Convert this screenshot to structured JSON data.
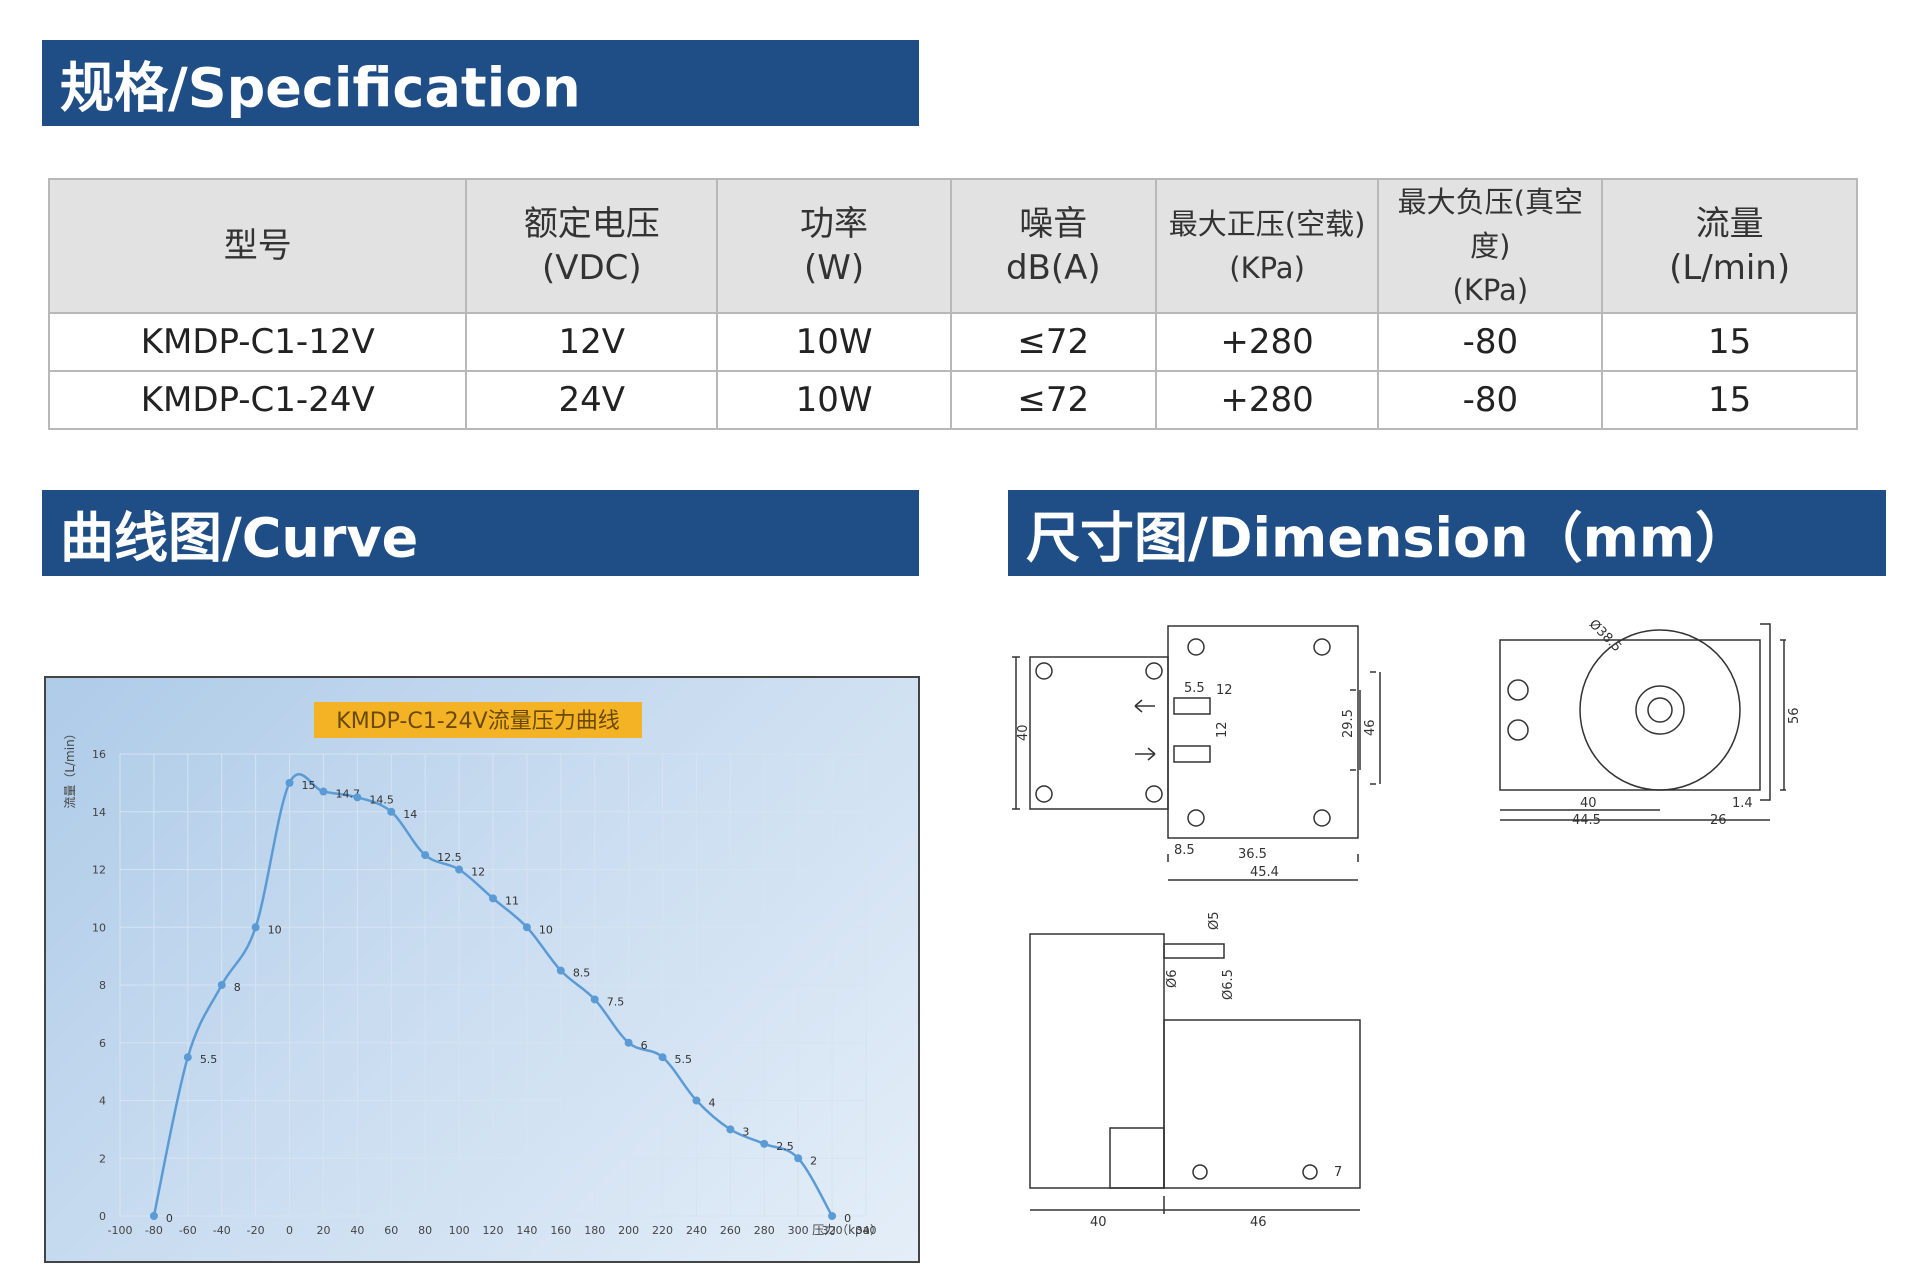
{
  "sections": {
    "spec_title": "规格/Specification",
    "curve_title": "曲线图/Curve",
    "dimension_title": "尺寸图/Dimension（mm）"
  },
  "table": {
    "headers": [
      {
        "line1": "型号",
        "line2": ""
      },
      {
        "line1": "额定电压",
        "line2": "(VDC)"
      },
      {
        "line1": "功率",
        "line2": "(W)"
      },
      {
        "line1": "噪音",
        "line2": "dB(A)"
      },
      {
        "line1": "最大正压(空载)",
        "line2": "(KPa)"
      },
      {
        "line1": "最大负压(真空度)",
        "line2": "(KPa)"
      },
      {
        "line1": "流量",
        "line2": "(L/min)"
      }
    ],
    "rows": [
      [
        "KMDP-C1-12V",
        "12V",
        "10W",
        "≤72",
        "+280",
        "-80",
        "15"
      ],
      [
        "KMDP-C1-24V",
        "24V",
        "10W",
        "≤72",
        "+280",
        "-80",
        "15"
      ]
    ]
  },
  "chart_data": {
    "type": "line",
    "title": "KMDP-C1-24V流量压力曲线",
    "xlabel": "压力（kpa）",
    "ylabel": "流量（L/min）",
    "xlim": [
      -100,
      340
    ],
    "ylim": [
      0,
      16
    ],
    "x_ticks": [
      -100,
      -80,
      -60,
      -40,
      -20,
      0,
      20,
      40,
      60,
      80,
      100,
      120,
      140,
      160,
      180,
      200,
      220,
      240,
      260,
      280,
      300,
      320,
      340
    ],
    "y_ticks": [
      0,
      2,
      4,
      6,
      8,
      10,
      12,
      14,
      16
    ],
    "grid": true,
    "series": [
      {
        "color": "#5b9bd5",
        "x": [
          -80,
          -60,
          -40,
          -20,
          0,
          20,
          40,
          60,
          80,
          100,
          120,
          140,
          160,
          180,
          200,
          220,
          240,
          260,
          280,
          300,
          320
        ],
        "y": [
          0,
          5.5,
          8,
          10,
          15,
          14.7,
          14.5,
          14,
          12.5,
          12,
          11,
          10,
          8.5,
          7.5,
          6,
          5.5,
          4,
          3,
          2.5,
          2,
          0
        ],
        "labels": [
          "0",
          "5.5",
          "8",
          "10",
          "15",
          "14.7",
          "14.5",
          "14",
          "12.5",
          "12",
          "11",
          "10",
          "8.5",
          "7.5",
          "6",
          "5.5",
          "4",
          "3",
          "2.5",
          "2",
          "0"
        ]
      }
    ]
  },
  "dimensions": {
    "front": {
      "height": "40",
      "d1": "12",
      "d2": "5.5",
      "d3": "12",
      "d4": "29.5",
      "d5": "46",
      "d6": "8.5",
      "d7": "36.5",
      "d8": "45.4"
    },
    "side": {
      "dia": "Ø38.5",
      "w1": "40",
      "w2": "44.5",
      "w3": "26",
      "t": "1.4",
      "h": "56"
    },
    "top": {
      "p1": "Ø5",
      "p2": "Ø6",
      "p3": "Ø6.5",
      "l1": "40",
      "l2": "46",
      "h1": "7"
    }
  },
  "colors": {
    "banner": "#1f4e87",
    "line": "#5b9bd5",
    "chart_title_bg": "#f4b324"
  }
}
